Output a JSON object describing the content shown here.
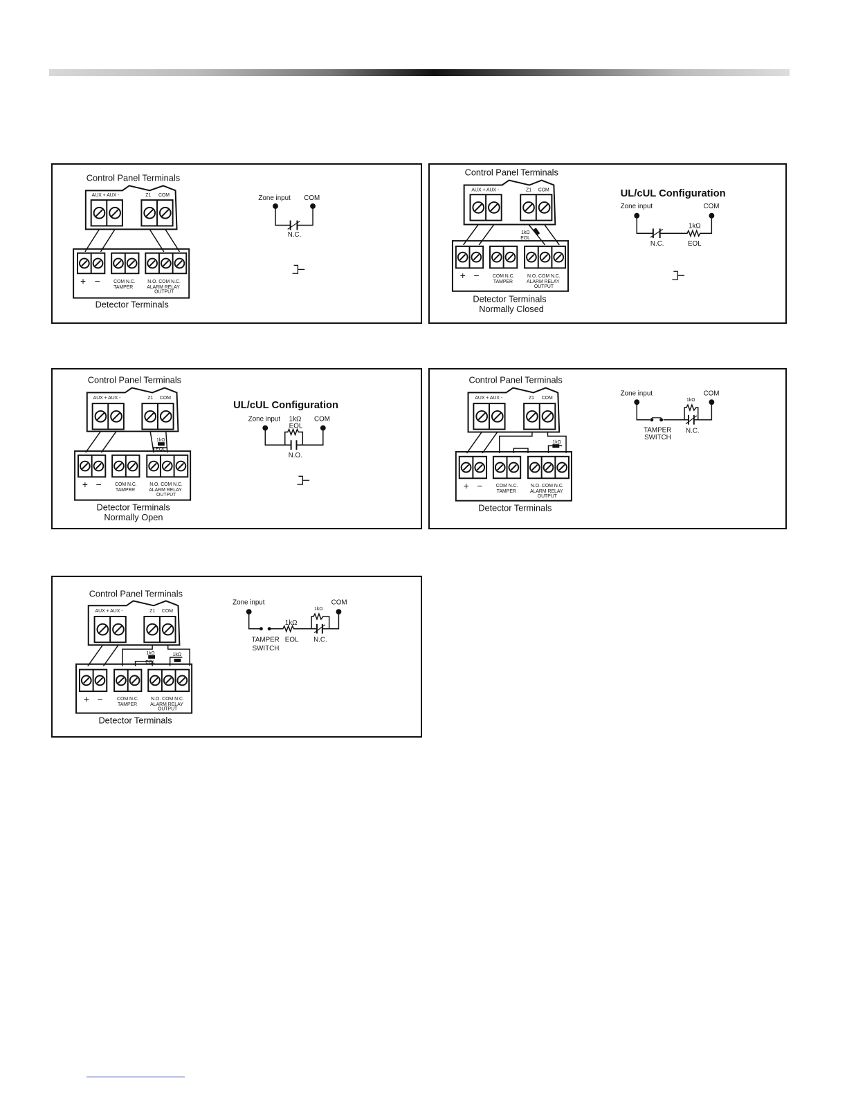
{
  "panels": [
    {
      "control_title": "Control Panel Terminals",
      "cp_labels": {
        "aux": "AUX + AUX -",
        "z1": "Z1",
        "com": "COM"
      },
      "det_labels": {
        "plus": "+",
        "minus": "−",
        "tamper_top": "COM N.C.",
        "tamper": "TAMPER",
        "alarm_top": "N.O. COM N.C.",
        "alarm_relay": "ALARM RELAY",
        "output": "OUTPUT"
      },
      "detector_title": "Detector Terminals",
      "schematic": {
        "zone_input": "Zone input",
        "com": "COM",
        "nc": "N.C."
      }
    },
    {
      "control_title": "Control Panel Terminals",
      "cp_labels": {
        "aux": "AUX + AUX -",
        "z1": "Z1",
        "com": "COM"
      },
      "det_labels": {
        "plus": "+",
        "minus": "−",
        "tamper_top": "COM N.C.",
        "tamper": "TAMPER",
        "alarm_top": "N.O. COM N.C.",
        "alarm_relay": "ALARM RELAY",
        "output": "OUTPUT"
      },
      "eol_resistor": "1kΩ",
      "eol_label": "EOL",
      "detector_title": "Detector Terminals",
      "detector_subtitle": "Normally Closed",
      "ul_title": "UL/cUL Configuration",
      "schematic": {
        "zone_input": "Zone input",
        "com": "COM",
        "nc": "N.C.",
        "resistor": "1kΩ",
        "eol": "EOL"
      }
    },
    {
      "control_title": "Control Panel Terminals",
      "cp_labels": {
        "aux": "AUX + AUX -",
        "z1": "Z1",
        "com": "COM"
      },
      "det_labels": {
        "plus": "+",
        "minus": "−",
        "tamper_top": "COM N.C.",
        "tamper": "TAMPER",
        "alarm_top": "N.O. COM N.C.",
        "alarm_relay": "ALARM RELAY",
        "output": "OUTPUT"
      },
      "eol_resistor": "1kΩ",
      "eol_label": "EOL",
      "detector_title": "Detector Terminals",
      "detector_subtitle": "Normally Open",
      "ul_title": "UL/cUL Configuration",
      "schematic": {
        "zone_input": "Zone input",
        "com": "COM",
        "no": "N.O.",
        "resistor": "1kΩ",
        "eol": "EOL"
      }
    },
    {
      "control_title": "Control Panel Terminals",
      "cp_labels": {
        "aux": "AUX + AUX -",
        "z1": "Z1",
        "com": "COM"
      },
      "det_labels": {
        "plus": "+",
        "minus": "−",
        "tamper_top": "COM N.C.",
        "tamper": "TAMPER",
        "alarm_top": "N.O. COM N.C.",
        "alarm_relay": "ALARM RELAY",
        "output": "OUTPUT"
      },
      "eol_resistor": "1kΩ",
      "detector_title": "Detector Terminals",
      "schematic": {
        "zone_input": "Zone input",
        "com": "COM",
        "resistor": "1kΩ",
        "tamper": "TAMPER",
        "switch": "SWITCH",
        "nc": "N.C."
      }
    },
    {
      "control_title": "Control Panel Terminals",
      "cp_labels": {
        "aux": "AUX + AUX -",
        "z1": "Z1",
        "com": "COM"
      },
      "det_labels": {
        "plus": "+",
        "minus": "−",
        "tamper_top": "COM N.C.",
        "tamper": "TAMPER",
        "alarm_top": "N.O. COM N.C.",
        "alarm_relay": "ALARM RELAY",
        "output": "OUTPUT"
      },
      "eol_resistor": "1kΩ",
      "eol_label": "EOL",
      "relay_resistor": "1kΩ",
      "detector_title": "Detector Terminals",
      "schematic": {
        "zone_input": "Zone input",
        "com": "COM",
        "resistor_eol": "1kΩ",
        "eol": "EOL",
        "resistor_nc": "1kΩ",
        "tamper": "TAMPER",
        "switch": "SWITCH",
        "nc": "N.C."
      }
    }
  ]
}
